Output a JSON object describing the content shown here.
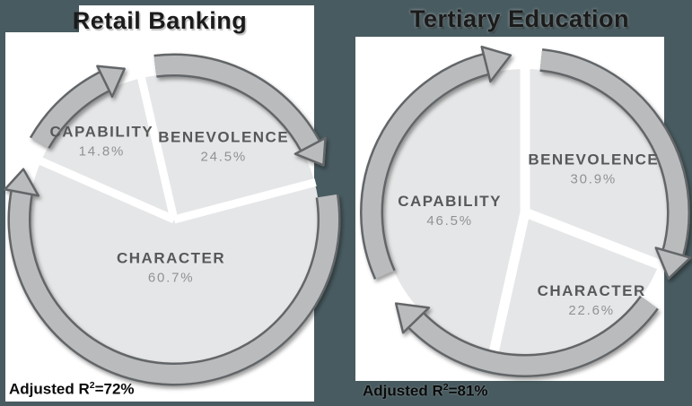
{
  "page": {
    "background_color": "#485B60",
    "panel_color": "#ffffff"
  },
  "chart_data": [
    {
      "type": "pie",
      "title": "Retail Banking",
      "slices": [
        {
          "label": "CAPABILITY",
          "value_pct": 14.8,
          "display": "14.8%"
        },
        {
          "label": "BENEVOLENCE",
          "value_pct": 24.5,
          "display": "24.5%"
        },
        {
          "label": "CHARACTER",
          "value_pct": 60.7,
          "display": "60.7%"
        }
      ],
      "clockwise_order_from_top": [
        "BENEVOLENCE",
        "CHARACTER",
        "CAPABILITY"
      ],
      "footnote": {
        "prefix": "Adjusted R",
        "superscript": "2",
        "suffix": "=72%"
      },
      "label_placement": "inside",
      "legend": "none",
      "decoration": "circular-cycle-arrows",
      "slice_color": "#e5e6e7",
      "divider_color": "#ffffff",
      "arrow_color": "#b9bbbd",
      "arrow_outline_color": "#636668"
    },
    {
      "type": "pie",
      "title": "Tertiary Education",
      "slices": [
        {
          "label": "CAPABILITY",
          "value_pct": 46.5,
          "display": "46.5%"
        },
        {
          "label": "BENEVOLENCE",
          "value_pct": 30.9,
          "display": "30.9%"
        },
        {
          "label": "CHARACTER",
          "value_pct": 22.6,
          "display": "22.6%"
        }
      ],
      "clockwise_order_from_top": [
        "BENEVOLENCE",
        "CHARACTER",
        "CAPABILITY"
      ],
      "footnote": {
        "prefix": "Adjusted R",
        "superscript": "2",
        "suffix": "=81%"
      },
      "label_placement": "inside",
      "legend": "none",
      "decoration": "circular-cycle-arrows",
      "slice_color": "#e5e6e7",
      "divider_color": "#ffffff",
      "arrow_color": "#b9bbbd",
      "arrow_outline_color": "#636668"
    }
  ]
}
